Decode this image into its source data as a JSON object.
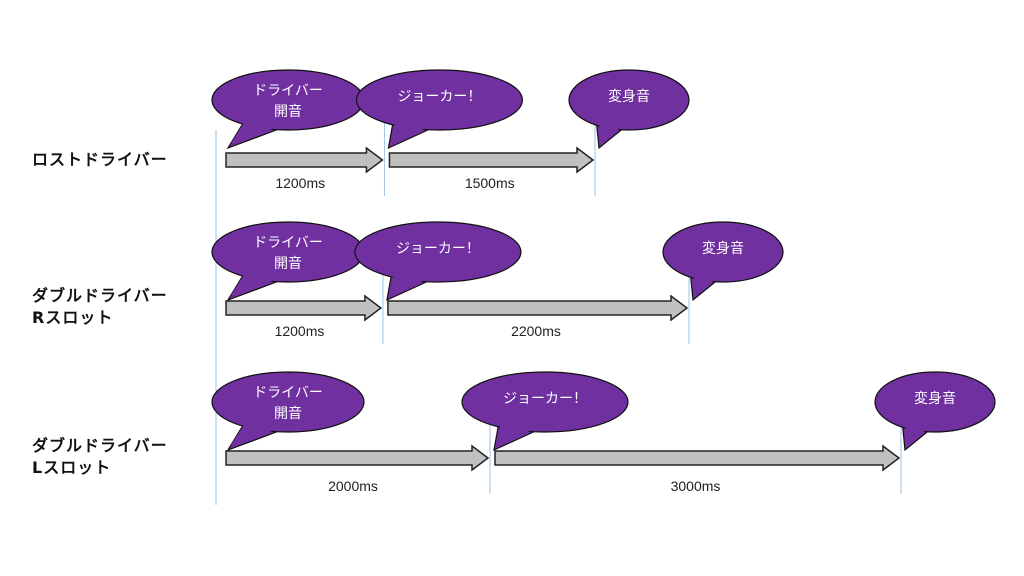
{
  "colors": {
    "bubble_fill": "#7030a0",
    "bubble_stroke": "#111111",
    "arrow_fill": "#c0c0c0",
    "arrow_stroke": "#222222",
    "guide_line": "#9dc3e6"
  },
  "rows": [
    {
      "label_lines": [
        "ロストドライバー"
      ],
      "events": [
        {
          "label_lines": [
            "ドライバー",
            "開音"
          ],
          "time_ms": 0
        },
        {
          "label_lines": [
            "ジョーカー！"
          ],
          "time_ms": 1200
        },
        {
          "label_lines": [
            "変身音"
          ],
          "time_ms": 2700
        }
      ],
      "intervals": [
        {
          "label": "1200ms",
          "duration_ms": 1200
        },
        {
          "label": "1500ms",
          "duration_ms": 1500
        }
      ]
    },
    {
      "label_lines": [
        "ダブルドライバー",
        "Rスロット"
      ],
      "events": [
        {
          "label_lines": [
            "ドライバー",
            "開音"
          ],
          "time_ms": 0
        },
        {
          "label_lines": [
            "ジョーカー！"
          ],
          "time_ms": 1200
        },
        {
          "label_lines": [
            "変身音"
          ],
          "time_ms": 3400
        }
      ],
      "intervals": [
        {
          "label": "1200ms",
          "duration_ms": 1200
        },
        {
          "label": "2200ms",
          "duration_ms": 2200
        }
      ]
    },
    {
      "label_lines": [
        "ダブルドライバー",
        "Lスロット"
      ],
      "events": [
        {
          "label_lines": [
            "ドライバー",
            "開音"
          ],
          "time_ms": 0
        },
        {
          "label_lines": [
            "ジョーカー！"
          ],
          "time_ms": 2000
        },
        {
          "label_lines": [
            "変身音"
          ],
          "time_ms": 5000
        }
      ],
      "intervals": [
        {
          "label": "2000ms",
          "duration_ms": 2000
        },
        {
          "label": "3000ms",
          "duration_ms": 3000
        }
      ]
    }
  ]
}
